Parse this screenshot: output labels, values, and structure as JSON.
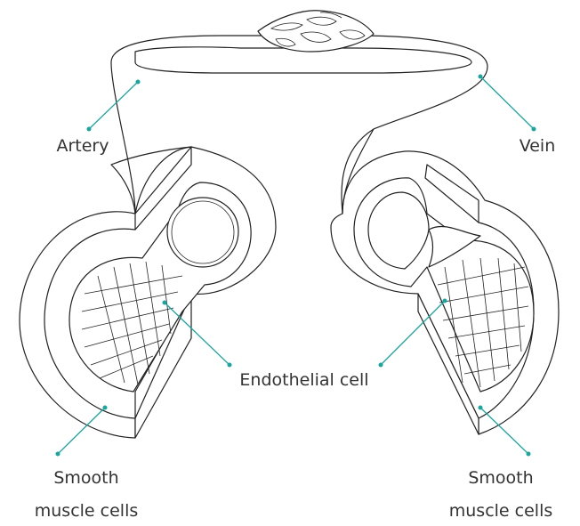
{
  "labels": {
    "artery": "Artery",
    "vein": "Vein",
    "endothelial": "Endothelial cell",
    "smooth_left_1": "Smooth",
    "smooth_left_2": "muscle cells",
    "smooth_right_1": "Smooth",
    "smooth_right_2": "muscle cells"
  },
  "colors": {
    "leader": "#1aa59e",
    "line": "#222222",
    "text": "#333333"
  },
  "icons": {
    "capillary_bed": "capillary-network-icon",
    "artery": "artery-cross-section-icon",
    "vein": "vein-cross-section-icon"
  }
}
